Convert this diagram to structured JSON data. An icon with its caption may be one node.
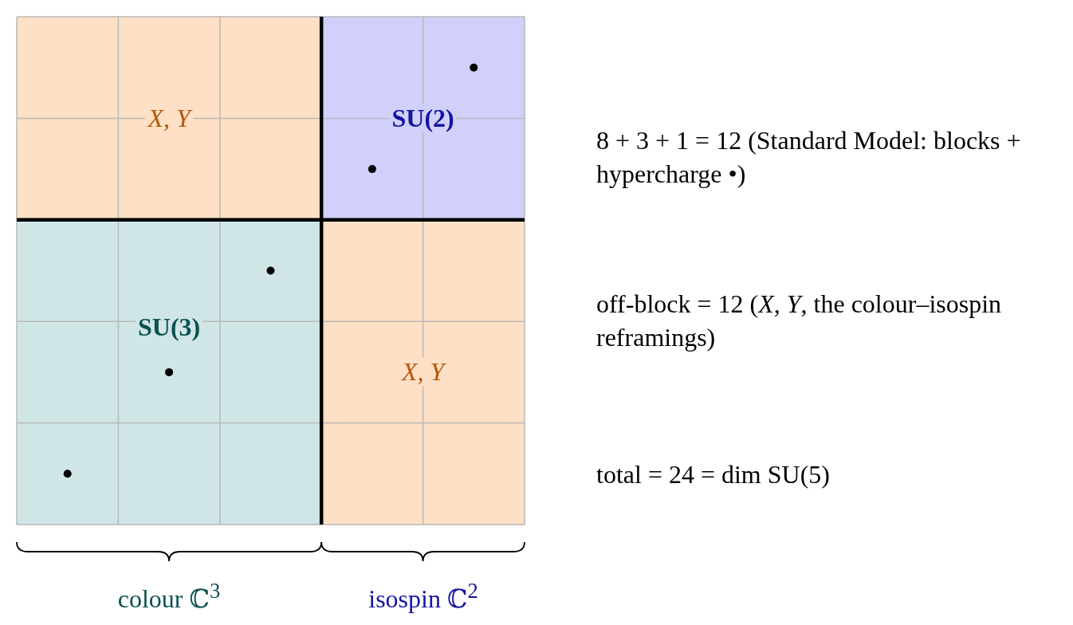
{
  "diagram": {
    "nodes": [
      {
        "text": [
          "X, Y"
        ]
      },
      {
        "text": [
          "SU(2)"
        ]
      },
      {
        "text": [
          "SU(3)"
        ]
      },
      {
        "text": [
          "X, Y"
        ]
      }
    ],
    "labels": [
      "8 + 3 + 1 = 12  (Standard Model: blocks + hypercharge •)",
      "off-block = 12  (*X*, *Y*, the colour–isospin reframings)",
      "total = 24 = dim SU(5)",
      "colour ℂ$^{3}$",
      "isospin ℂ$^{2}$"
    ]
  }
}
